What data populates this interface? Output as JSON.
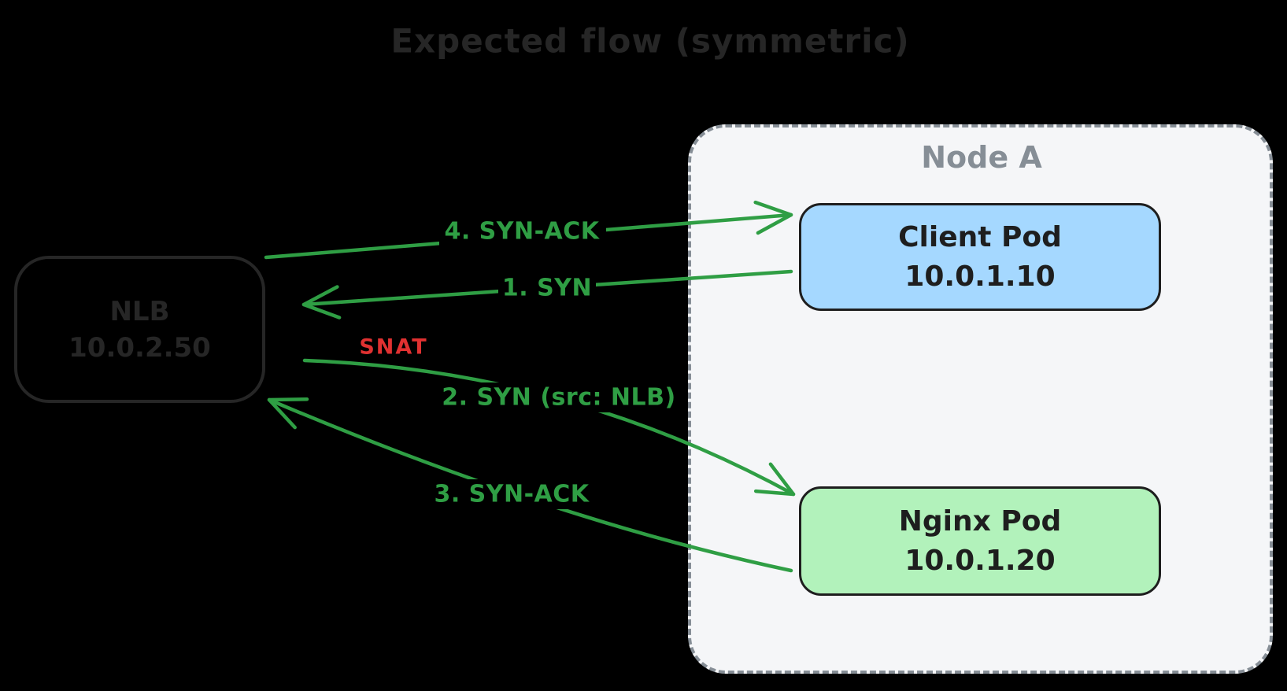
{
  "title": "Expected flow (symmetric)",
  "colors": {
    "background": "#000000",
    "arrow_green": "#2f9e44",
    "snat_red": "#e03131",
    "node_border_gray": "#868e96",
    "node_fill": "#f5f6f8",
    "client_pod_fill": "#a5d8ff",
    "nginx_pod_fill": "#b2f2bb",
    "pod_border": "#1e1e1e",
    "dark_stroke": "#262626"
  },
  "nlb": {
    "name": "NLB",
    "ip": "10.0.2.50"
  },
  "node_a": {
    "label": "Node A",
    "client_pod": {
      "name": "Client Pod",
      "ip": "10.0.1.10"
    },
    "nginx_pod": {
      "name": "Nginx Pod",
      "ip": "10.0.1.20"
    }
  },
  "arrows": [
    {
      "label": "1. SYN",
      "from": "Client Pod",
      "to": "NLB"
    },
    {
      "label": "2. SYN (src: NLB)",
      "from": "NLB",
      "to": "Nginx Pod"
    },
    {
      "label": "3. SYN-ACK",
      "from": "Nginx Pod",
      "to": "NLB"
    },
    {
      "label": "4. SYN-ACK",
      "from": "NLB",
      "to": "Client Pod"
    }
  ],
  "snat_label": "SNAT"
}
